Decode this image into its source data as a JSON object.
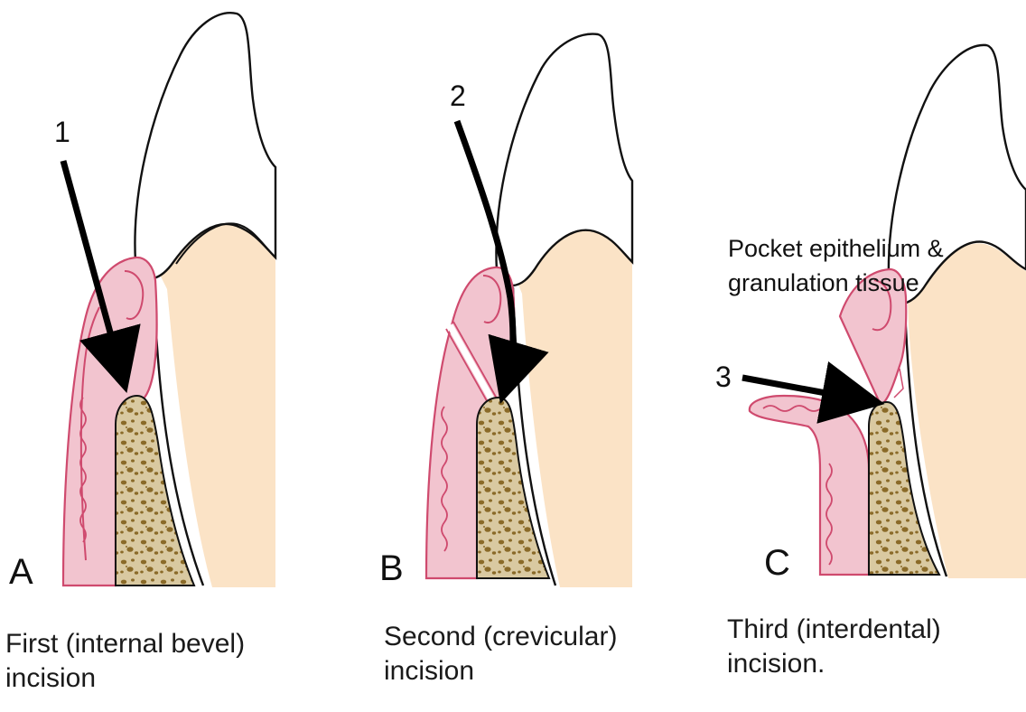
{
  "panels": [
    {
      "letter": "A",
      "number": "1",
      "caption_line1": "First (internal bevel)",
      "caption_line2": "incision"
    },
    {
      "letter": "B",
      "number": "2",
      "caption_line1": "Second (crevicular)",
      "caption_line2": "incision"
    },
    {
      "letter": "C",
      "number": "3",
      "caption_line1": "Third (interdental)",
      "caption_line2": "incision.",
      "annotation_line1": "Pocket epithelium &",
      "annotation_line2": "granulation tissue"
    }
  ],
  "colors": {
    "gingiva": "#f2c4cf",
    "gingiva_edge": "#cf4a6e",
    "bone": "#d9c9a1",
    "bone_pores": "#8a6a28",
    "tooth": "#ffffff",
    "root_tissue": "#fbe3c6",
    "outline": "#111111",
    "arrow": "#000000"
  }
}
